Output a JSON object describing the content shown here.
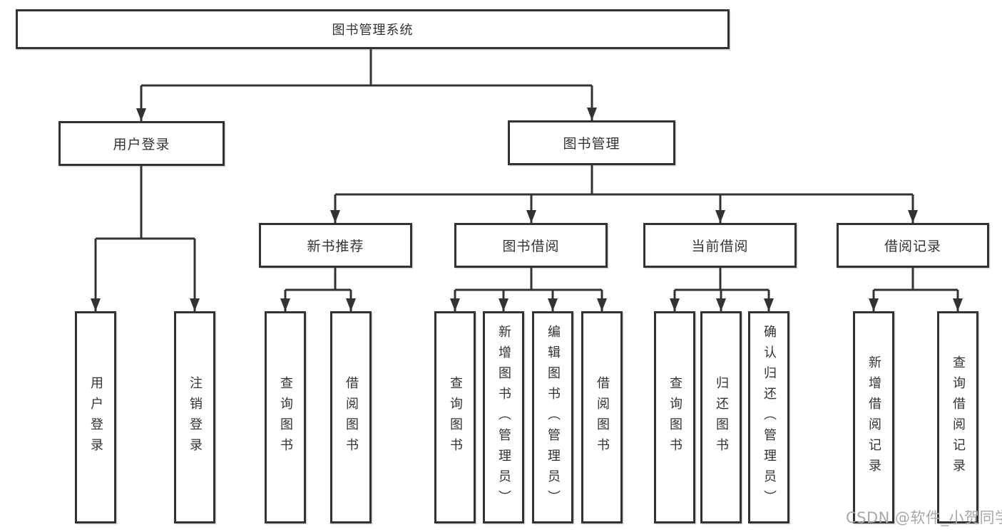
{
  "tree": {
    "label": "图书管理系统",
    "children": [
      {
        "label": "用户登录",
        "children": [
          {
            "label": "用户登录"
          },
          {
            "label": "注销登录"
          }
        ]
      },
      {
        "label": "图书管理",
        "children": [
          {
            "label": "新书推荐",
            "children": [
              {
                "label": "查询图书"
              },
              {
                "label": "借阅图书"
              }
            ]
          },
          {
            "label": "图书借阅",
            "children": [
              {
                "label": "查询图书"
              },
              {
                "label": "新增图书（管理员）"
              },
              {
                "label": "编辑图书（管理员）"
              },
              {
                "label": "借阅图书"
              }
            ]
          },
          {
            "label": "当前借阅",
            "children": [
              {
                "label": "查询图书"
              },
              {
                "label": "归还图书"
              },
              {
                "label": "确认归还（管理员）"
              }
            ]
          },
          {
            "label": "借阅记录",
            "children": [
              {
                "label": "新增借阅记录"
              },
              {
                "label": "查询借阅记录"
              }
            ]
          }
        ]
      }
    ]
  },
  "watermark": {
    "text": "CSDN @软件_小贺同学"
  },
  "colors": {
    "line": "#333333",
    "box_border": "#333333",
    "text": "#333333",
    "watermark": "#a9a9a9",
    "background": "#ffffff"
  }
}
